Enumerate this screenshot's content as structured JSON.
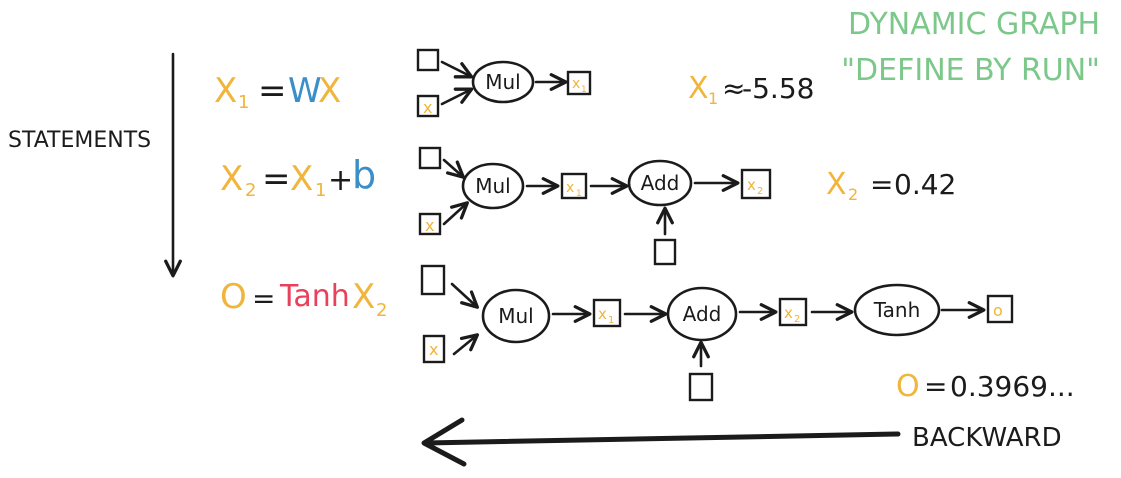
{
  "header": {
    "title_line1": "DYNAMIC GRAPH",
    "title_line2": "\"DEFINE BY RUN\""
  },
  "sidebar": {
    "statements_label": "STATEMENTS"
  },
  "footer": {
    "backward_label": "BACKWARD"
  },
  "colors": {
    "title_green": "#7cc78a",
    "variable_orange": "#f0b53a",
    "weight_blue": "#3a8fc9",
    "tanh_red": "#e8415c",
    "ink": "#1b1b1b"
  },
  "equations": {
    "eq1": {
      "lhs": "X",
      "lhs_sub": "1",
      "eq": "=",
      "w": "W",
      "x": "X"
    },
    "eq2": {
      "lhs": "X",
      "lhs_sub": "2",
      "eq": "=",
      "x1": "X",
      "x1_sub": "1",
      "plus": "+",
      "b": "b"
    },
    "eq3": {
      "lhs": "O",
      "eq": "=",
      "tanh": "Tanh",
      "x2": "X",
      "x2_sub": "2"
    }
  },
  "results": {
    "r1": {
      "var": "X",
      "sub": "1",
      "op": "≈",
      "value": "-5.58"
    },
    "r2": {
      "var": "X",
      "sub": "2",
      "op": "=",
      "value": "0.42"
    },
    "r3": {
      "var": "O",
      "op": "=",
      "value": "0.3969..."
    }
  },
  "graphs": {
    "row1": {
      "nodes": [
        "Mul"
      ],
      "input_labels": [
        "x"
      ],
      "output_label": "x",
      "output_sub": "1"
    },
    "row2": {
      "nodes": [
        "Mul",
        "Add"
      ],
      "mid_label": "x",
      "mid_sub": "1",
      "output_label": "x",
      "output_sub": "2"
    },
    "row3": {
      "nodes": [
        "Mul",
        "Add",
        "Tanh"
      ],
      "mid1_label": "x",
      "mid1_sub": "1",
      "mid2_label": "x",
      "mid2_sub": "2",
      "output_label": "o"
    }
  }
}
